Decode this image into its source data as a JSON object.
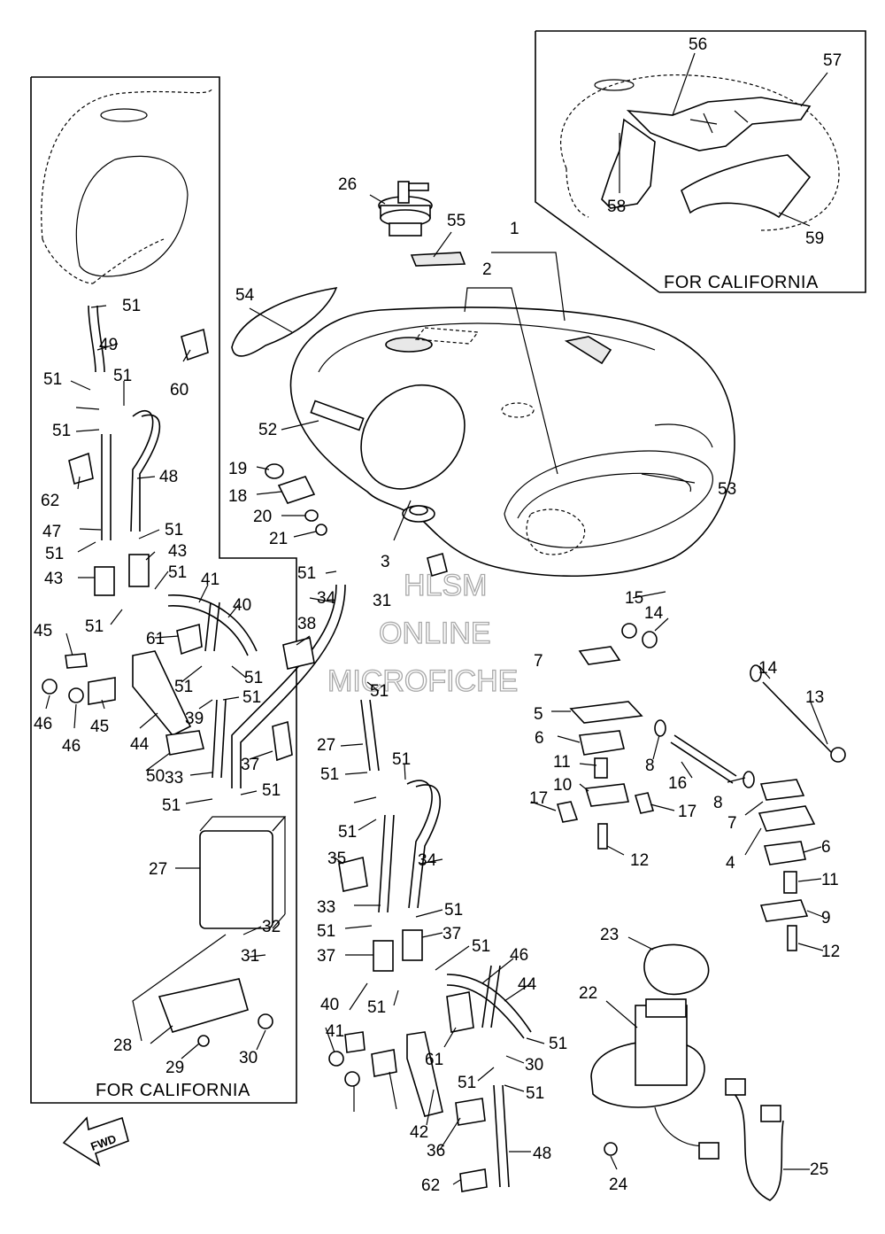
{
  "diagram": {
    "labels": [
      "1",
      "2",
      "3",
      "4",
      "5",
      "6",
      "7",
      "8",
      "9",
      "10",
      "11",
      "12",
      "13",
      "14",
      "15",
      "16",
      "17",
      "18",
      "19",
      "20",
      "21",
      "22",
      "23",
      "24",
      "25",
      "26",
      "27",
      "28",
      "29",
      "30",
      "31",
      "32",
      "33",
      "34",
      "35",
      "36",
      "37",
      "38",
      "39",
      "40",
      "41",
      "42",
      "43",
      "44",
      "45",
      "46",
      "47",
      "48",
      "49",
      "50",
      "51",
      "52",
      "53",
      "54",
      "55",
      "56",
      "57",
      "58",
      "59",
      "60",
      "61",
      "62"
    ],
    "california_note_top": "FOR CALIFORNIA",
    "california_note_left": "FOR CALIFORNIA",
    "watermark_lines": [
      "HLSM",
      "ONLINE",
      "MICROFICHE"
    ],
    "fwd_arrow_text": "FWD"
  }
}
